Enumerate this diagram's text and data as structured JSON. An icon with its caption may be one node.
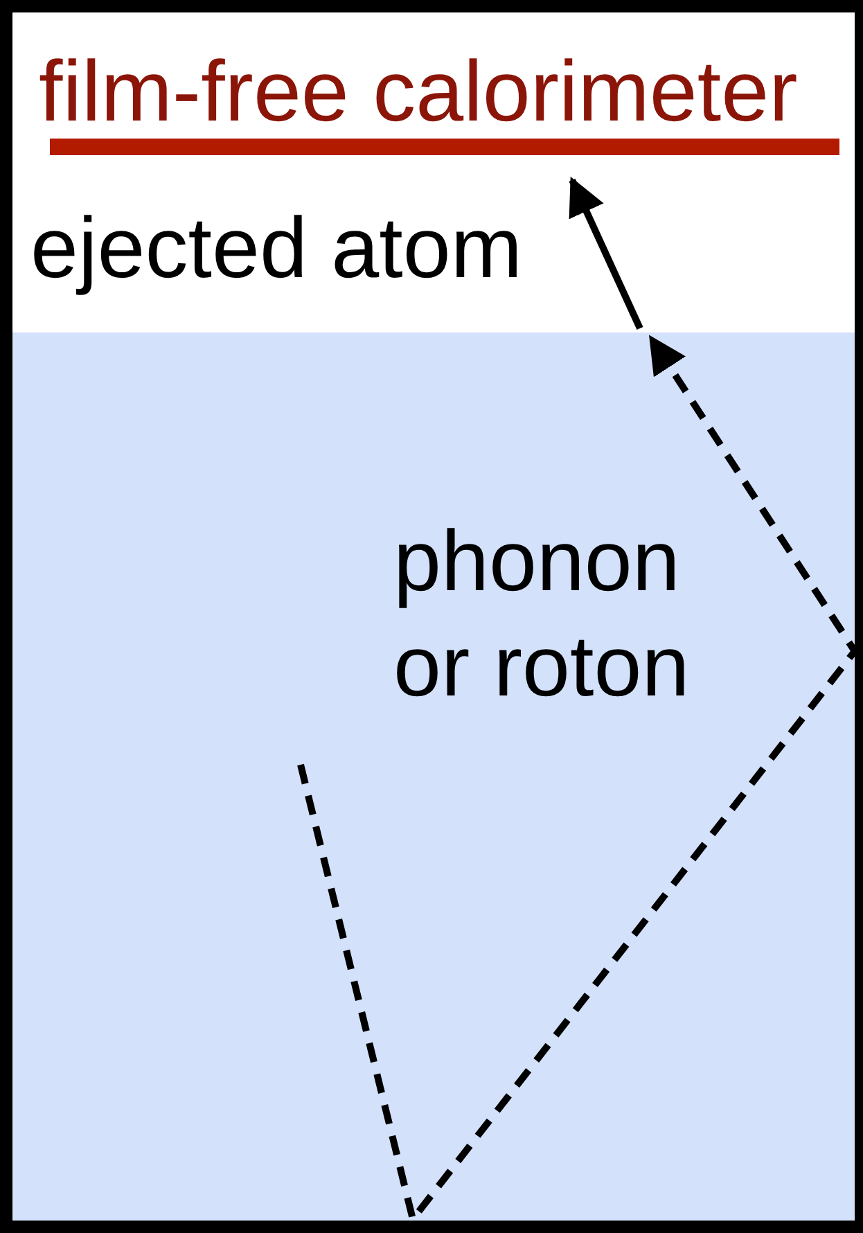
{
  "diagram": {
    "nodes": [
      {
        "text": [
          "film-free calorimeter"
        ]
      },
      {
        "text": [],
        "shape": "box"
      }
    ],
    "edges": [
      {
        "from": null,
        "to": 1,
        "arrow": "to",
        "style": "dashed",
        "label": "phonon or roton"
      },
      {
        "from": 1,
        "to": 0,
        "arrow": "to",
        "label": "ejected atom"
      }
    ]
  }
}
